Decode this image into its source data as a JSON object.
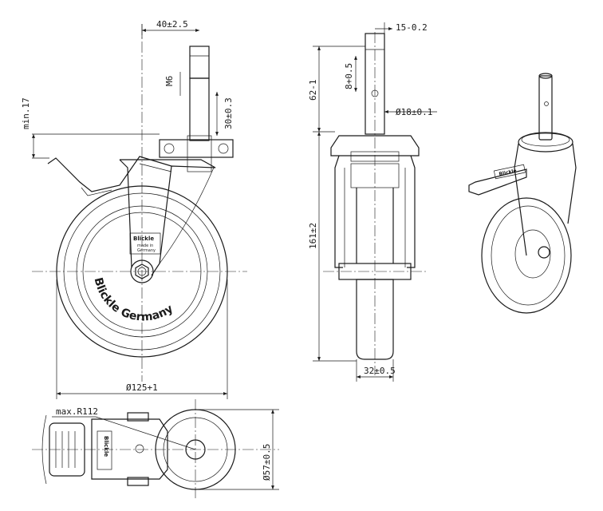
{
  "dimensions": {
    "stem_width": "40±2.5",
    "thread": "M6",
    "min_height": "min.17",
    "slot_depth": "30±0.3",
    "wheel_diameter": "Ø125+1",
    "top_offset": "15-0.2",
    "pin_offset": "8+0.5",
    "stem_length": "62-1",
    "stem_diameter": "Ø18±0.1",
    "total_height": "161±2",
    "tread_width": "32±0.5",
    "radius": "max.R112",
    "plate_diameter": "Ø57±0.5"
  },
  "branding": {
    "wheel_text": "Blickle Germany",
    "logo_text": "Blickle",
    "made_in_1": "made in",
    "made_in_2": "Germany",
    "brake_logo": "Blickle"
  },
  "colors": {
    "line": "#1a1a1a",
    "background": "#ffffff"
  }
}
